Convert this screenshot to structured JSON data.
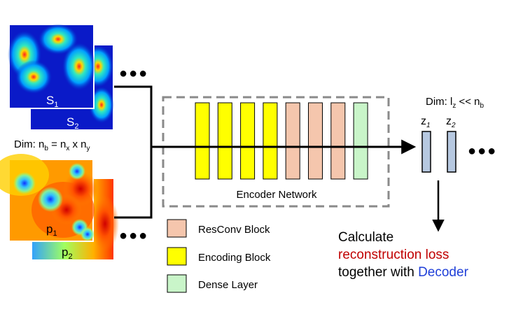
{
  "inputs": {
    "s1": {
      "base": "S",
      "sub": "1"
    },
    "s2": {
      "base": "S",
      "sub": "2"
    },
    "p1": {
      "base": "p",
      "sub": "1"
    },
    "p2": {
      "base": "p",
      "sub": "2"
    },
    "ellipsis": "●●●"
  },
  "dims": {
    "input": {
      "prefix": "Dim: n",
      "sub_b": "b",
      "eq": " = n",
      "sub_x": "x",
      "times": " x n",
      "sub_y": "y"
    },
    "latent": {
      "prefix": "Dim: l",
      "sub_z": "z",
      "mid": " << n",
      "sub_b": "b"
    }
  },
  "encoder": {
    "label": "Encoder Network",
    "blocks": [
      "Encoding Block",
      "Encoding Block",
      "Encoding Block",
      "Encoding Block",
      "ResConv Block",
      "ResConv Block",
      "ResConv Block",
      "Dense Layer"
    ]
  },
  "latents": {
    "z1": {
      "base": "z",
      "sub": "1"
    },
    "z2": {
      "base": "z",
      "sub": "2"
    },
    "ellipsis": "●●●"
  },
  "legend": [
    {
      "label": "ResConv Block",
      "color": "#f5c6ad"
    },
    {
      "label": "Encoding Block",
      "color": "#ffff00"
    },
    {
      "label": "Dense Layer",
      "color": "#c9f5c9"
    }
  ],
  "caption": {
    "line1": "Calculate",
    "line2": "reconstruction loss",
    "line3_prefix": "together with ",
    "line3_decoder": "Decoder"
  },
  "colors": {
    "encoding": "#ffff00",
    "resconv": "#f5c6ad",
    "dense": "#c9f5c9",
    "latent": "#b6c8e0",
    "loss": "#c00000",
    "decoder": "#1f3fd8"
  }
}
